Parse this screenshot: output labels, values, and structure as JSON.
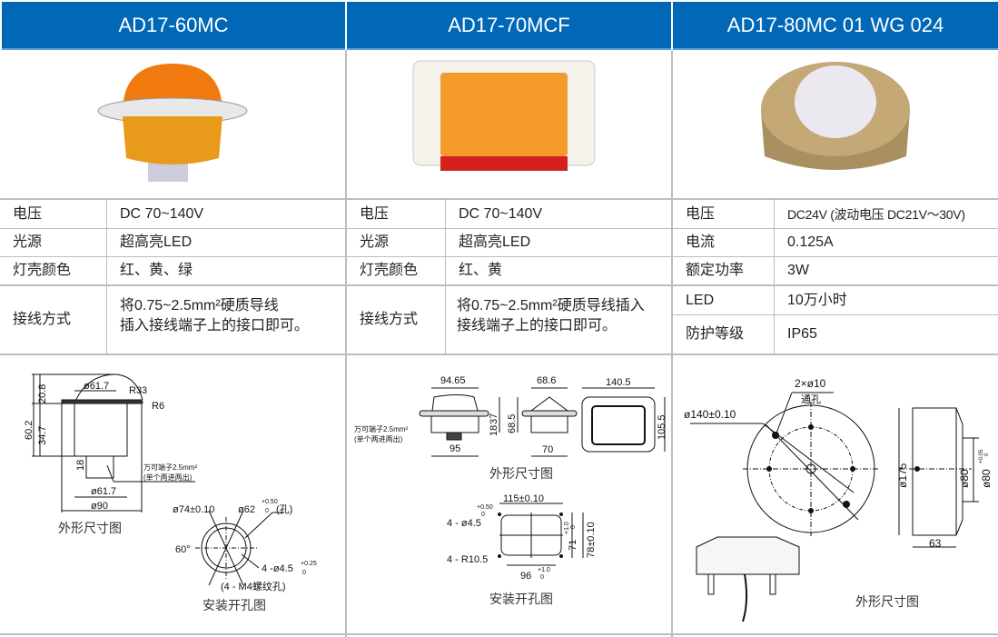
{
  "colors": {
    "header": "#0068b7",
    "grid": "#bdbdbd"
  },
  "products": [
    {
      "model": "AD17-60MC",
      "specs": [
        [
          "电压",
          "DC 70~140V"
        ],
        [
          "光源",
          "超高亮LED"
        ],
        [
          "灯壳颜色",
          "红、黄、绿"
        ],
        [
          "接线方式",
          "将0.75~2.5mm²硬质导线",
          "插入接线端子上的接口即可。"
        ]
      ],
      "drawing": {
        "dims": [
          "ø61.7",
          "R33",
          "R6",
          "60.2",
          "20.8",
          "34.7",
          "18",
          "ø61.7",
          "ø90"
        ],
        "terminal_note": [
          "万可端子2.5mm²",
          "(单个两进两出)"
        ],
        "outline_caption": "外形尺寸图",
        "hole": {
          "dims": [
            "ø74±0.10",
            "ø62",
            "+0.50",
            "0",
            "(孔)",
            "60°",
            "4 -ø4.5",
            "+0.25",
            "0",
            "(4 - M4螺纹孔)"
          ],
          "caption": "安装开孔图"
        }
      }
    },
    {
      "model": "AD17-70MCF",
      "specs": [
        [
          "电压",
          "DC 70~140V"
        ],
        [
          "光源",
          "超高亮LED"
        ],
        [
          "灯壳颜色",
          "红、黄"
        ],
        [
          "接线方式",
          "将0.75~2.5mm²硬质导线插入",
          "接线端子上的接口即可。"
        ]
      ],
      "drawing": {
        "dims": [
          "94.65",
          "37",
          "68.5",
          "18",
          "95",
          "68.6",
          "70",
          "140.5",
          "105.5"
        ],
        "terminal_note": [
          "万可端子2.5mm²",
          "(单个两进两出)"
        ],
        "outline_caption": "外形尺寸图",
        "hole": {
          "dims": [
            "115±0.10",
            "+0.50",
            "0",
            "4 - ø4.5",
            "71",
            "+1.0",
            "0",
            "78±0.10",
            "4 - R10.5",
            "96",
            "+1.0",
            "0"
          ],
          "caption": "安装开孔图"
        }
      }
    },
    {
      "model": "AD17-80MC 01 WG 024",
      "specs": [
        [
          "电压",
          "DC24V (波动电压 DC21V～30V)"
        ],
        [
          "电流",
          "0.125A"
        ],
        [
          "额定功率",
          "3W"
        ],
        [
          "LED",
          "10万小时"
        ],
        [
          "防护等级",
          "IP65"
        ]
      ],
      "drawing": {
        "dims": [
          "2×ø10",
          "通孔",
          "ø140±0.10",
          "ø175",
          "ø80",
          "ø80",
          "+0.05",
          "0",
          "63"
        ],
        "outline_caption": "外形尺寸图"
      }
    }
  ]
}
